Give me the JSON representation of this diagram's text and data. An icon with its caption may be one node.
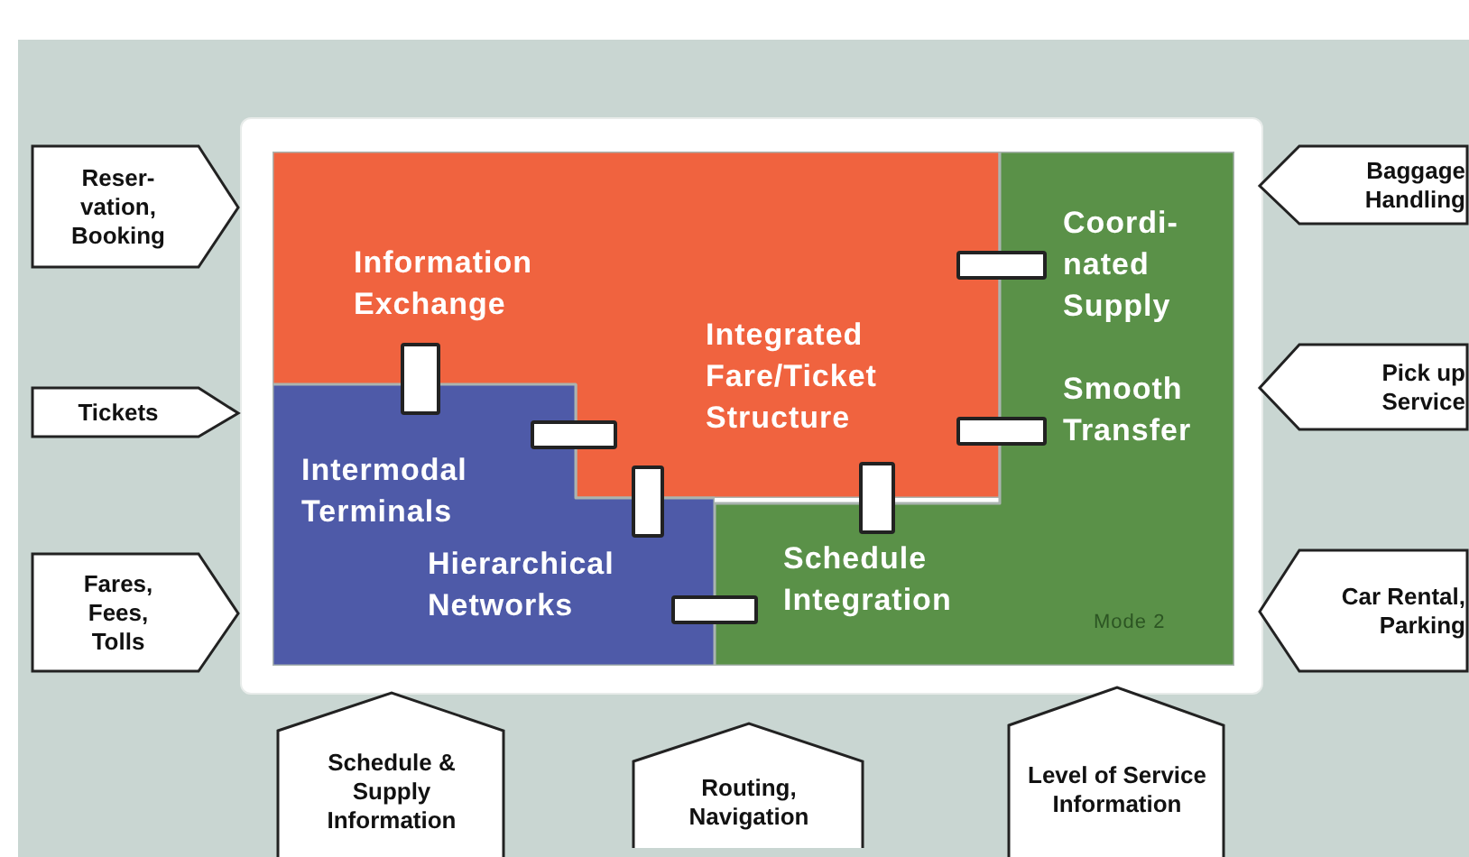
{
  "diagram": {
    "nodes": [
      {
        "text": [],
        "shape": "box"
      },
      {
        "text": [
          "Information Exchange",
          "Integrated Fare/Ticket Structure"
        ],
        "in": 0
      },
      {
        "text": [
          "Intermodal Terminals",
          "Hierarchical Networks"
        ],
        "in": 0
      },
      {
        "text": [
          "Coordi-nated Supply",
          "Smooth Transfer",
          "Schedule Integration",
          "Mode 2"
        ],
        "in": 0
      },
      {
        "text": [
          "Reser-vation, Booking"
        ]
      },
      {
        "text": [
          "Tickets"
        ]
      },
      {
        "text": [
          "Fares, Fees, Tolls"
        ]
      },
      {
        "text": [
          "Baggage Handling"
        ]
      },
      {
        "text": [
          "Pick up Service"
        ]
      },
      {
        "text": [
          "Car Rental, Parking"
        ]
      },
      {
        "text": [
          "Schedule & Supply Information"
        ]
      },
      {
        "text": [
          "Routing, Navigation"
        ]
      },
      {
        "text": [
          "Level of Service Information"
        ]
      }
    ],
    "edges": []
  }
}
